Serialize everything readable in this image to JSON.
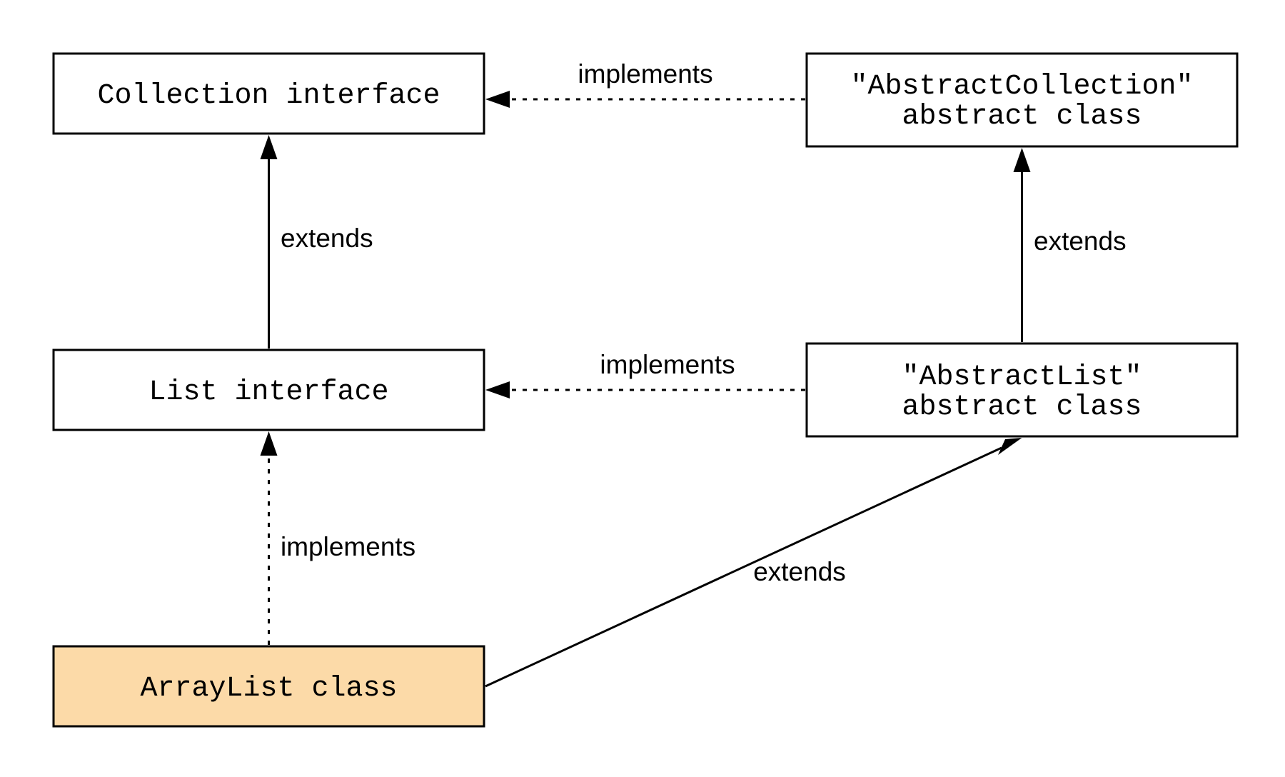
{
  "colors": {
    "background": "#ffffff",
    "stroke": "#000000",
    "text": "#000000",
    "highlight_fill": "#fcdaa8",
    "default_fill": "#ffffff"
  },
  "nodes": {
    "collection": {
      "lines": [
        "Collection interface"
      ],
      "highlighted": false
    },
    "abstract_collection": {
      "lines": [
        "\"AbstractCollection\"",
        "abstract class"
      ],
      "highlighted": false
    },
    "list": {
      "lines": [
        "List interface"
      ],
      "highlighted": false
    },
    "abstract_list": {
      "lines": [
        "\"AbstractList\"",
        "abstract class"
      ],
      "highlighted": false
    },
    "arraylist": {
      "lines": [
        "ArrayList class"
      ],
      "highlighted": true
    }
  },
  "edges": {
    "abstract_collection_to_collection": {
      "label": "implements",
      "style": "dotted"
    },
    "list_to_collection": {
      "label": "extends",
      "style": "solid"
    },
    "abstract_list_to_abstract_collection": {
      "label": "extends",
      "style": "solid"
    },
    "abstract_list_to_list": {
      "label": "implements",
      "style": "dotted"
    },
    "arraylist_to_list": {
      "label": "implements",
      "style": "dotted"
    },
    "arraylist_to_abstract_list": {
      "label": "extends",
      "style": "solid"
    }
  }
}
